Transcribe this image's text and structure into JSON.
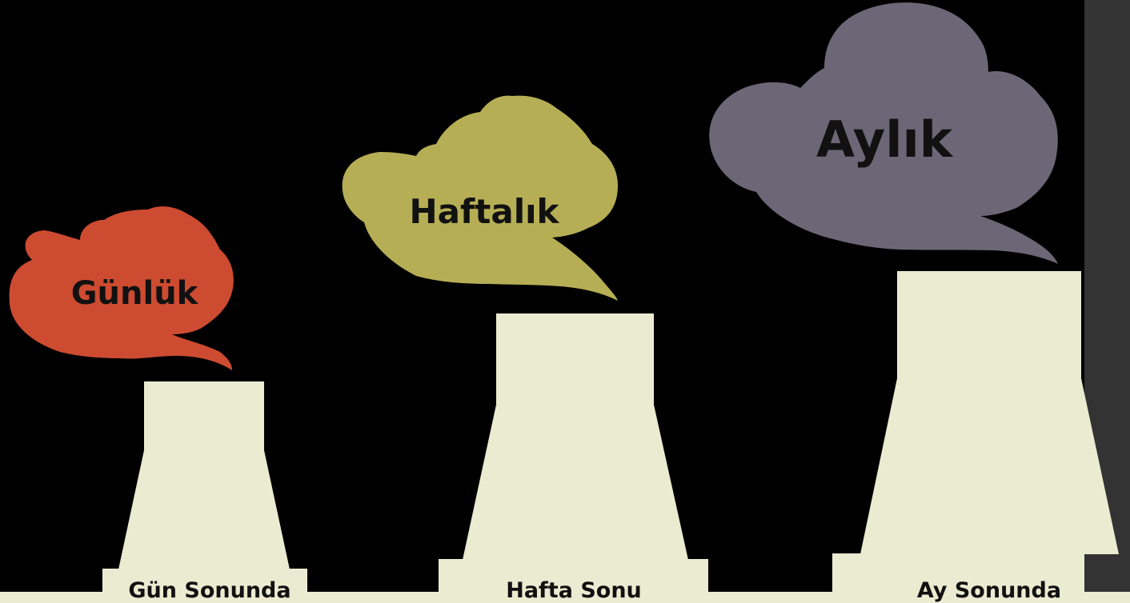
{
  "colors": {
    "background": "#000000",
    "tower": "#ebebd2",
    "side_panel": "#333333",
    "cloud_daily": "#cd4b31",
    "cloud_weekly": "#b6ae55",
    "cloud_monthly": "#6b6776",
    "text": "#111111"
  },
  "stages": [
    {
      "cloud_label": "Günlük",
      "base_label": "Gün Sonunda",
      "cloud_color": "cloud_daily"
    },
    {
      "cloud_label": "Haftalık",
      "base_label": "Hafta Sonu",
      "cloud_color": "cloud_weekly"
    },
    {
      "cloud_label": "Aylık",
      "base_label": "Ay Sonunda",
      "cloud_color": "cloud_monthly"
    }
  ]
}
